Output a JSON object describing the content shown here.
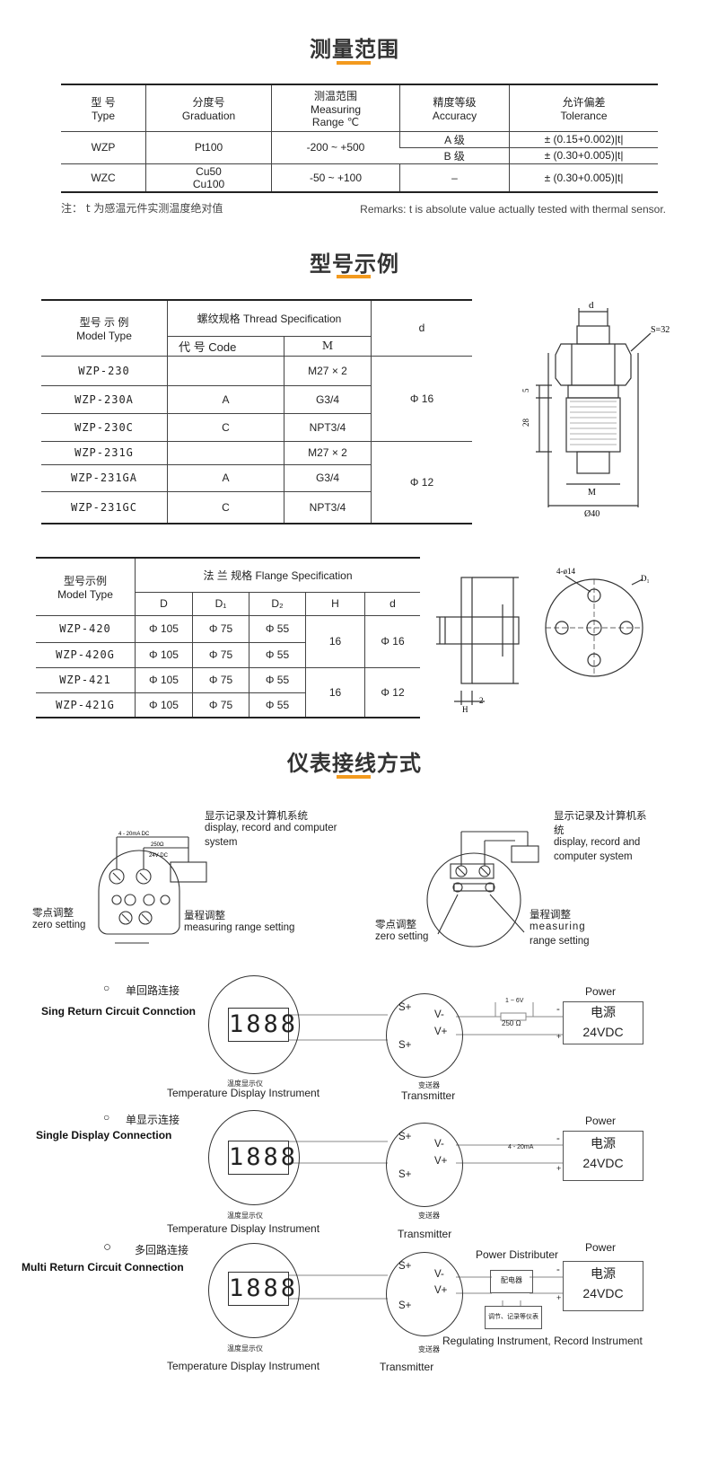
{
  "sections": {
    "range_title": "测量范围",
    "model_title": "型号示例",
    "wiring_title": "仪表接线方式"
  },
  "accent_color": "#f39a1e",
  "range_table": {
    "headers": [
      {
        "cn": "型 号",
        "en": "Type"
      },
      {
        "cn": "分度号",
        "en": "Graduation"
      },
      {
        "cn": "测温范围",
        "en": "Measuring",
        "en2": "Range ℃"
      },
      {
        "cn": "精度等级",
        "en": "Accuracy"
      },
      {
        "cn": "允许偏差",
        "en": "Tolerance"
      }
    ],
    "rows": [
      {
        "type": "WZP",
        "grad": "Pt100",
        "range": "-200 ~ +500",
        "acc_a": "A 级",
        "tol_a": "± (0.15+0.002)|t|",
        "acc_b": "B 级",
        "tol_b": "± (0.30+0.005)|t|"
      },
      {
        "type": "WZC",
        "grad1": "Cu50",
        "grad2": "Cu100",
        "range": "-50 ~ +100",
        "acc": "–",
        "tol": "± (0.30+0.005)|t|"
      }
    ],
    "note_cn": "注：  t   为感温元件实测温度绝对值",
    "note_en": "Remarks: t is absolute value actually tested with thermal sensor."
  },
  "thread_table": {
    "h_model_cn": "型号 示 例",
    "h_model_en": "Model Type",
    "h_thread": "螺纹规格   Thread Specification",
    "h_d": "d",
    "h_code": "代 号   Code",
    "h_m": "M",
    "rows": [
      {
        "model": "WZP-230",
        "code": "",
        "m": "M27 × 2"
      },
      {
        "model": "WZP-230A",
        "code": "A",
        "m": "G3/4"
      },
      {
        "model": "WZP-230C",
        "code": "C",
        "m": "NPT3/4"
      },
      {
        "model": "WZP-231G",
        "code": "",
        "m": "M27 × 2"
      },
      {
        "model": "WZP-231GA",
        "code": "A",
        "m": "G3/4"
      },
      {
        "model": "WZP-231GC",
        "code": "C",
        "m": "NPT3/4"
      }
    ],
    "d1": "Φ 16",
    "d2": "Φ 12"
  },
  "drawing1": {
    "s": "S=32",
    "d": "d",
    "m": "M",
    "dia": "Ø40",
    "dim5": "5",
    "dim28": "28"
  },
  "flange_table": {
    "h_model_cn": "型号示例",
    "h_model_en": "Model Type",
    "h_flange": "法 兰 规格   Flange Specification",
    "cols": [
      "D",
      "D₁",
      "D₂",
      "H",
      "d"
    ],
    "rows": [
      {
        "model": "WZP-420",
        "D": "Φ 105",
        "D1": "Φ 75",
        "D2": "Φ 55"
      },
      {
        "model": "WZP-420G",
        "D": "Φ 105",
        "D1": "Φ 75",
        "D2": "Φ 55"
      },
      {
        "model": "WZP-421",
        "D": "Φ 105",
        "D1": "Φ 75",
        "D2": "Φ 55"
      },
      {
        "model": "WZP-421G",
        "D": "Φ 105",
        "D1": "Φ 75",
        "D2": "Φ 55"
      }
    ],
    "h1": "16",
    "d1": "Φ 16",
    "h2": "16",
    "d2": "Φ 12"
  },
  "drawing2": {
    "holes": "4-ø14",
    "d1": "D₁",
    "dim2": "2",
    "h": "H"
  },
  "wiring_left": {
    "sys_cn": "显示记录及计算机系统",
    "sys_en1": "display, record and computer",
    "sys_en2": "system",
    "zero_cn": "零点调整",
    "zero_en": "zero  setting",
    "range_cn": "量程调整",
    "range_en": "measuring range setting",
    "ma": "4 - 20mA DC",
    "ohm": "250Ω",
    "vdc": "24V DC"
  },
  "wiring_right": {
    "sys_cn1": "显示记录及计算机系",
    "sys_cn2": "统",
    "sys_en1": "display, record and",
    "sys_en2": "computer system",
    "zero_cn": "零点调整",
    "zero_en": "zero setting",
    "range_cn": "量程调整",
    "range_en1": "measuring",
    "range_en2": "range setting"
  },
  "diagrams": [
    {
      "title_cn": "单回路连接",
      "title_en": "Sing Return Circuit Connction",
      "extra": "1 ~ 6V",
      "ohm": "250 Ω"
    },
    {
      "title_cn": "单显示连接",
      "title_en": "Single Display Connection",
      "extra": "4 - 20mA"
    },
    {
      "title_cn": "多回路连接",
      "title_en": "Multi Return Circuit Connection",
      "dist": "Power Distributer",
      "dist_box": "配电器",
      "reg_box": "调节、记录等仪表",
      "reg": "Regulating Instrument, Record Instrument"
    }
  ],
  "common": {
    "digits": "1888",
    "disp_cn": "温度显示仪",
    "disp_en": "Temperature Display Instrument",
    "tx_cn": "变送器",
    "tx_en": "Transmitter",
    "power": "Power",
    "power_cn": "电源",
    "power_v": "24VDC",
    "s_plus": "S+",
    "v_minus": "V-",
    "v_plus": "V+",
    "minus": "-",
    "plus": "+"
  }
}
